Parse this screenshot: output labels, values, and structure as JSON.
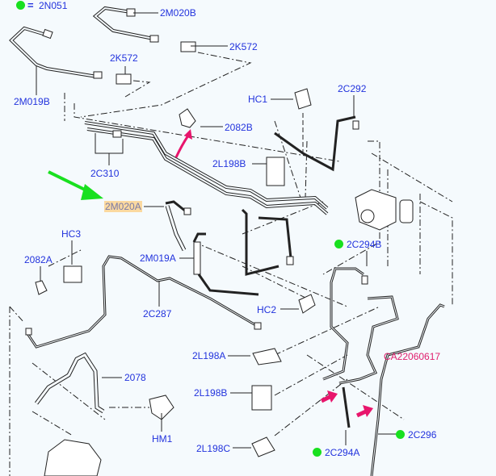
{
  "legend": {
    "symbol": "green-dot",
    "equals": "=",
    "part": "2N051",
    "dot_color": "#19e01f"
  },
  "colors": {
    "label": "#2233dd",
    "highlight_bg": "#fbd9a0",
    "reference": "#e0206e",
    "arrow_green": "#19e01f",
    "arrow_pink": "#e8156c",
    "line": "#222222"
  },
  "callouts": {
    "c2M020B": "2M020B",
    "c2K572_top": "2K572",
    "c2K572_left": "2K572",
    "c2M019B": "2M019B",
    "cHC1": "HC1",
    "c2C292": "2C292",
    "c2082B": "2082B",
    "c2C310": "2C310",
    "c2L198B_top": "2L198B",
    "c2M020A": "2M020A",
    "cHC3": "HC3",
    "c2082A": "2082A",
    "c2M019A": "2M019A",
    "c2C294B": "2C294B",
    "c2C287": "2C287",
    "cHC2": "HC2",
    "c2L198A": "2L198A",
    "c2L198B_bottom": "2L198B",
    "c2078": "2078",
    "cHM1": "HM1",
    "c2L198C": "2L198C",
    "c2C294A": "2C294A",
    "c2C296": "2C296"
  },
  "reference_code": "CA22060617",
  "highlighted_part": "2M020A"
}
